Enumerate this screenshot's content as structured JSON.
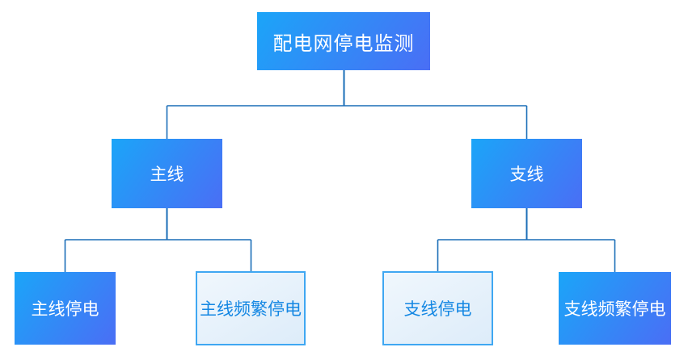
{
  "diagram": {
    "title": "配电网停电监测",
    "nodes": {
      "root": {
        "label": "配电网停电监测",
        "style": "solid"
      },
      "main_line": {
        "label": "主线",
        "style": "solid"
      },
      "branch_line": {
        "label": "支线",
        "style": "solid"
      },
      "main_outage": {
        "label": "主线停电",
        "style": "solid"
      },
      "main_frequent_outage": {
        "label": "主线频繁停电",
        "style": "outline"
      },
      "branch_outage": {
        "label": "支线停电",
        "style": "outline"
      },
      "branch_frequent_outage": {
        "label": "支线频繁停电",
        "style": "solid"
      }
    },
    "edges": [
      {
        "from": "root",
        "to": "main_line"
      },
      {
        "from": "root",
        "to": "branch_line"
      },
      {
        "from": "main_line",
        "to": "main_outage"
      },
      {
        "from": "main_line",
        "to": "main_frequent_outage"
      },
      {
        "from": "branch_line",
        "to": "branch_outage"
      },
      {
        "from": "branch_line",
        "to": "branch_frequent_outage"
      }
    ]
  },
  "colors": {
    "node_gradient_start": "#1ba5f8",
    "node_gradient_end": "#4a6ef5",
    "outline_border": "#3fa7f2",
    "outline_bg_start": "#f0f7fd",
    "outline_bg_end": "#ddecf9",
    "outline_text": "#1487e3",
    "connector": "#1a6db7",
    "solid_text": "#ffffff",
    "page_bg": "#ffffff"
  }
}
